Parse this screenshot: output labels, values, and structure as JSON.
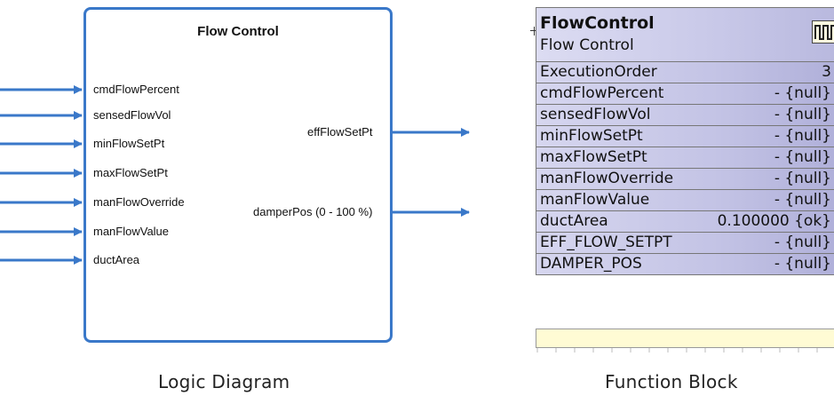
{
  "logic_diagram": {
    "title": "Flow Control",
    "inputs": [
      "cmdFlowPercent",
      "sensedFlowVol",
      "minFlowSetPt",
      "maxFlowSetPt",
      "manFlowOverride",
      "manFlowValue",
      "ductArea"
    ],
    "outputs": [
      "effFlowSetPt",
      "damperPos (0 - 100 %)"
    ],
    "caption": "Logic Diagram",
    "colors": {
      "border": "#3a78c9",
      "arrow": "#3a78c9"
    }
  },
  "function_block": {
    "name": "FlowControl",
    "subtitle": "Flow Control",
    "icon": "pulse-wave-icon",
    "rows": [
      {
        "label": "ExecutionOrder",
        "value": "3"
      },
      {
        "label": "cmdFlowPercent",
        "value": "- {null}"
      },
      {
        "label": "sensedFlowVol",
        "value": "- {null}"
      },
      {
        "label": "minFlowSetPt",
        "value": "- {null}"
      },
      {
        "label": "maxFlowSetPt",
        "value": "- {null}"
      },
      {
        "label": "manFlowOverride",
        "value": "- {null}"
      },
      {
        "label": "manFlowValue",
        "value": "- {null}"
      },
      {
        "label": "ductArea",
        "value": "0.100000 {ok}"
      },
      {
        "label": "EFF_FLOW_SETPT",
        "value": "- {null}"
      },
      {
        "label": "DAMPER_POS",
        "value": "- {null}"
      }
    ],
    "caption": "Function Block",
    "colors": {
      "row_start": "#d6d6ef",
      "row_end": "#afafd9",
      "footer": "#fffbd4"
    }
  }
}
